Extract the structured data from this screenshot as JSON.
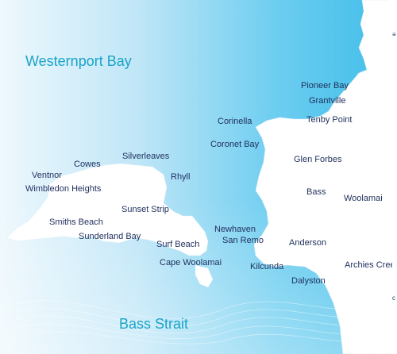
{
  "map": {
    "water_bodies": {
      "westernport_bay": "Westernport Bay",
      "bass_strait": "Bass Strait"
    },
    "towns": {
      "pioneer_bay": "Pioneer Bay",
      "grantville": "Grantville",
      "corinella": "Corinella",
      "tenby_point": "Tenby Point",
      "coronet_bay": "Coronet Bay",
      "glen_forbes": "Glen Forbes",
      "silverleaves": "Silverleaves",
      "cowes": "Cowes",
      "ventnor": "Ventnor",
      "rhyll": "Rhyll",
      "wimbledon_heights": "Wimbledon Heights",
      "bass": "Bass",
      "woolamai": "Woolamai",
      "sunset_strip": "Sunset Strip",
      "smiths_beach": "Smiths Beach",
      "newhaven": "Newhaven",
      "sunderland_bay": "Sunderland Bay",
      "san_remo": "San Remo",
      "anderson": "Anderson",
      "surf_beach": "Surf Beach",
      "cape_woolamai": "Cape Woolamai",
      "kilcunda": "Kilcunda",
      "archies_creek": "Archies Cree",
      "dalyston": "Dalyston"
    },
    "edge_text": {
      "top": "≡",
      "bottom": "c"
    },
    "colors": {
      "water_light": "#e6f5fc",
      "water_deep": "#3fbde9",
      "land": "#ffffff",
      "label_town": "#1f2f5c",
      "label_water": "#1aa3c8"
    }
  }
}
